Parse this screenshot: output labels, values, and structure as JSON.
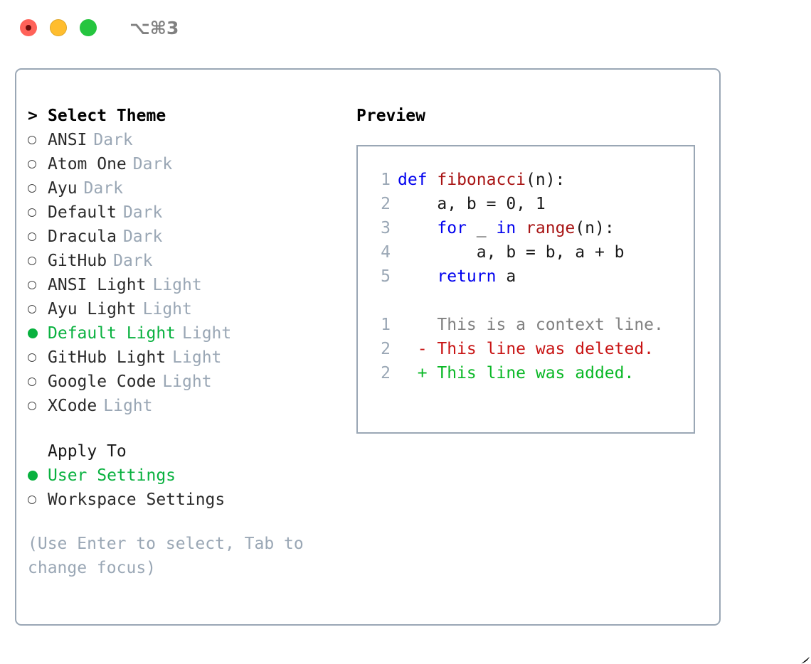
{
  "titlebar": {
    "lights": [
      "close",
      "minimize",
      "maximize"
    ],
    "shortcut": "⌥⌘3"
  },
  "theme_list": {
    "header": "Select Theme",
    "caret": ">",
    "items": [
      {
        "label": "ANSI",
        "tag": "Dark",
        "selected": false
      },
      {
        "label": "Atom One",
        "tag": "Dark",
        "selected": false
      },
      {
        "label": "Ayu",
        "tag": "Dark",
        "selected": false
      },
      {
        "label": "Default",
        "tag": "Dark",
        "selected": false
      },
      {
        "label": "Dracula",
        "tag": "Dark",
        "selected": false
      },
      {
        "label": "GitHub",
        "tag": "Dark",
        "selected": false
      },
      {
        "label": "ANSI Light",
        "tag": "Light",
        "selected": false
      },
      {
        "label": "Ayu Light",
        "tag": "Light",
        "selected": false
      },
      {
        "label": "Default Light",
        "tag": "Light",
        "selected": true
      },
      {
        "label": "GitHub Light",
        "tag": "Light",
        "selected": false
      },
      {
        "label": "Google Code",
        "tag": "Light",
        "selected": false
      },
      {
        "label": "XCode",
        "tag": "Light",
        "selected": false
      }
    ]
  },
  "apply_to": {
    "header": "Apply To",
    "items": [
      {
        "label": "User Settings",
        "selected": true
      },
      {
        "label": "Workspace Settings",
        "selected": false
      }
    ]
  },
  "hint": "(Use Enter to select, Tab to change focus)",
  "preview": {
    "title": "Preview",
    "code_lines": [
      {
        "no": "1",
        "tokens": [
          {
            "t": "def ",
            "c": "kw"
          },
          {
            "t": "fibonacci",
            "c": "fn"
          },
          {
            "t": "(n):",
            "c": "plain"
          }
        ]
      },
      {
        "no": "2",
        "tokens": [
          {
            "t": "    a, b = 0, 1",
            "c": "plain"
          }
        ]
      },
      {
        "no": "3",
        "tokens": [
          {
            "t": "    ",
            "c": "plain"
          },
          {
            "t": "for",
            "c": "kw"
          },
          {
            "t": " _ ",
            "c": "plain"
          },
          {
            "t": "in",
            "c": "kw"
          },
          {
            "t": " ",
            "c": "plain"
          },
          {
            "t": "range",
            "c": "fn"
          },
          {
            "t": "(n):",
            "c": "plain"
          }
        ]
      },
      {
        "no": "4",
        "tokens": [
          {
            "t": "        a, b = b, a + b",
            "c": "plain"
          }
        ]
      },
      {
        "no": "5",
        "tokens": [
          {
            "t": "    ",
            "c": "plain"
          },
          {
            "t": "return",
            "c": "kw"
          },
          {
            "t": " a",
            "c": "plain"
          }
        ]
      }
    ],
    "diff_lines": [
      {
        "no": "1",
        "marker": "  ",
        "text": "This is a context line.",
        "c": "ctx"
      },
      {
        "no": "2",
        "marker": "- ",
        "text": "This line was deleted.",
        "c": "del"
      },
      {
        "no": "2",
        "marker": "+ ",
        "text": "This line was added.",
        "c": "add"
      }
    ]
  },
  "colors": {
    "selected_green": "#09b13f",
    "muted_gray": "#9aa7b5",
    "keyword_blue": "#0000ee",
    "function_red": "#a81414",
    "diff_delete": "#c81414",
    "diff_add": "#0ab826",
    "border": "#9aa7b5"
  }
}
